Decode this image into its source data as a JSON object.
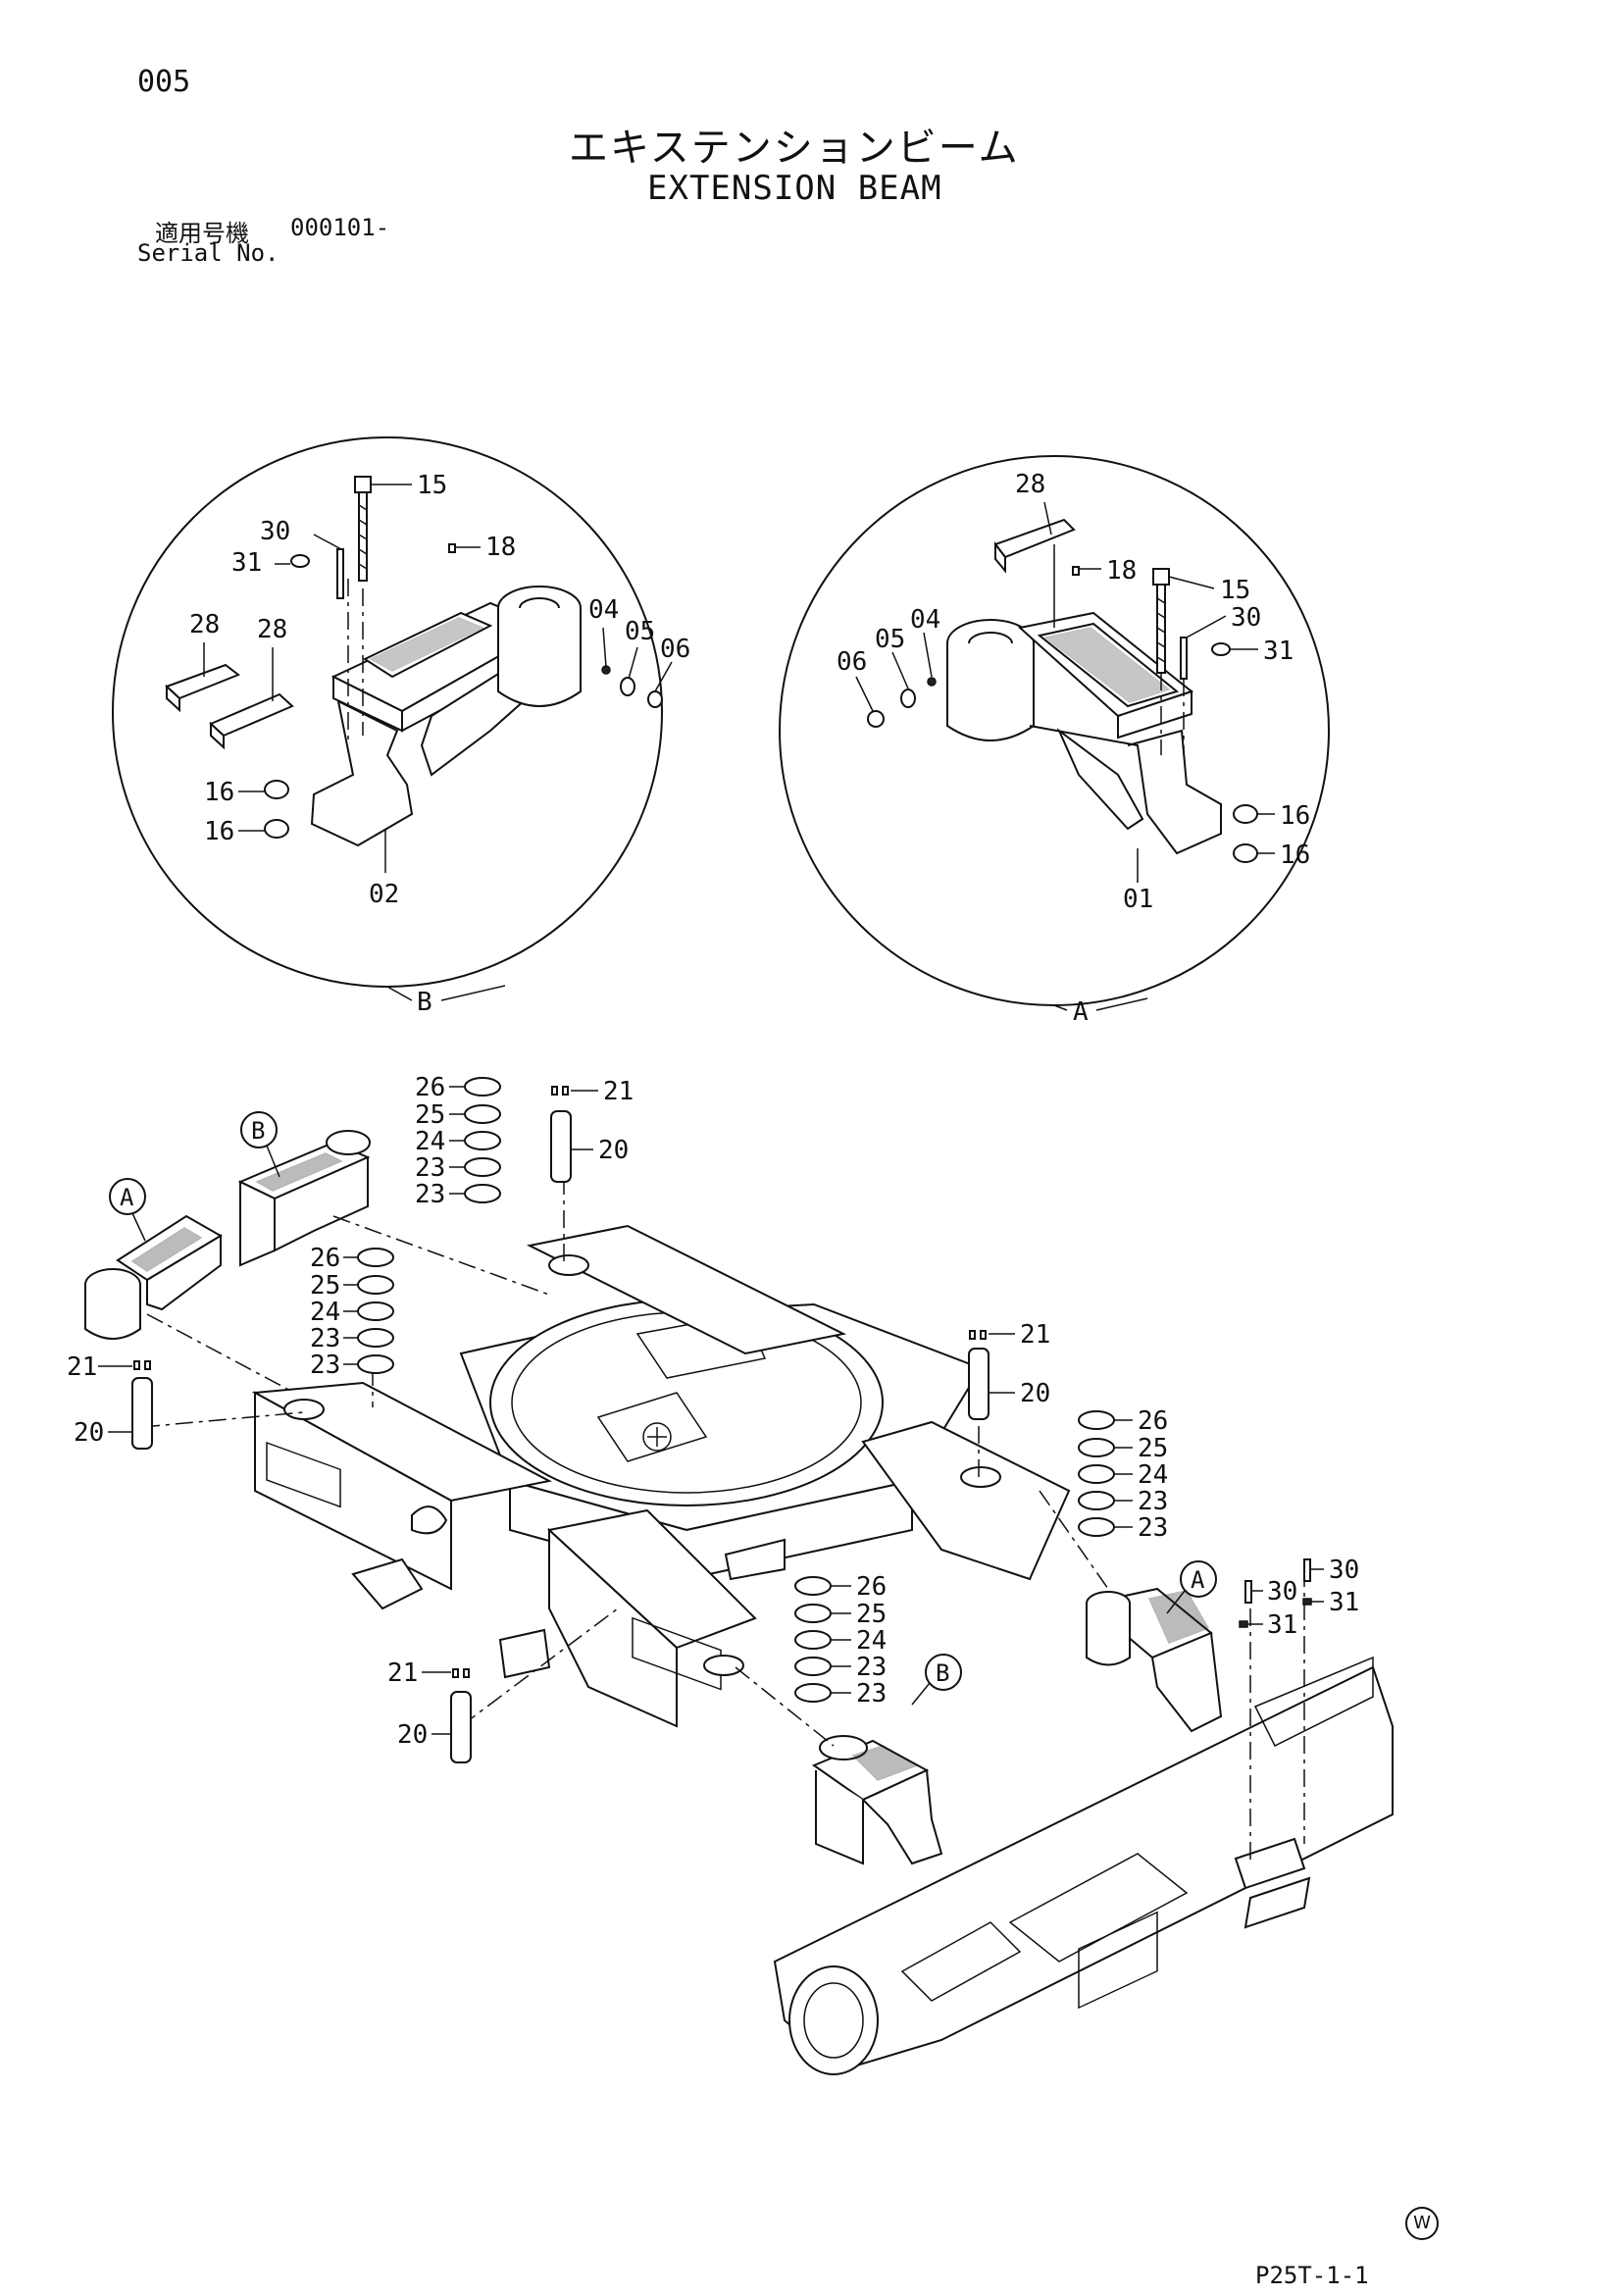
{
  "header": {
    "page_number": "005",
    "title_jp": "エキステンションビーム",
    "title_en": "EXTENSION BEAM",
    "serial_label_jp": "適用号機",
    "serial_value": "000101-",
    "serial_label_en": "Serial No."
  },
  "detail_views": {
    "b": {
      "callout": "B",
      "labels": {
        "p15": "15",
        "p18": "18",
        "p30": "30",
        "p31": "31",
        "p28a": "28",
        "p28b": "28",
        "p04": "04",
        "p05": "05",
        "p06": "06",
        "p16a": "16",
        "p16b": "16",
        "p02": "02"
      }
    },
    "a": {
      "callout": "A",
      "labels": {
        "p28": "28",
        "p18": "18",
        "p15": "15",
        "p30": "30",
        "p31": "31",
        "p04": "04",
        "p05": "05",
        "p06": "06",
        "p16a": "16",
        "p16b": "16",
        "p01": "01"
      }
    }
  },
  "main_view": {
    "callouts": {
      "b_top": "B",
      "a_left": "A",
      "a_right": "A",
      "b_bottom": "B"
    },
    "stack_top": [
      "26",
      "25",
      "24",
      "23",
      "23"
    ],
    "stack_left": [
      "26",
      "25",
      "24",
      "23",
      "23"
    ],
    "stack_right": [
      "26",
      "25",
      "24",
      "23",
      "23"
    ],
    "stack_bottom": [
      "26",
      "25",
      "24",
      "23",
      "23"
    ],
    "pins": {
      "top": {
        "bolt": "21",
        "pin": "20"
      },
      "left": {
        "bolt": "21",
        "pin": "20"
      },
      "right": {
        "bolt": "21",
        "pin": "20"
      },
      "bottom": {
        "bolt": "21",
        "pin": "20"
      }
    },
    "right_hardware": {
      "p30a": "30",
      "p30b": "30",
      "p31a": "31",
      "p31b": "31"
    }
  },
  "footer": {
    "mark": "W",
    "page_ref": "P25T-1-1"
  }
}
